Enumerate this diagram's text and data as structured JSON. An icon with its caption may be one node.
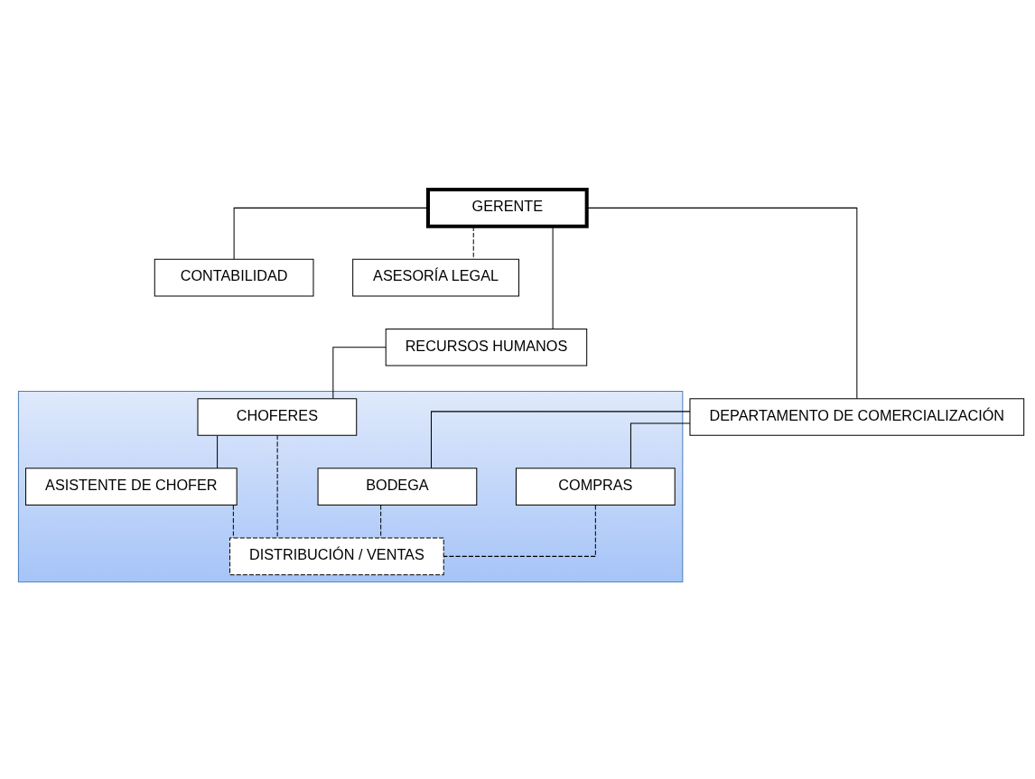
{
  "diagram": {
    "nodes": [
      {
        "text": [
          "GERENTE"
        ]
      },
      {
        "text": [
          "CONTABILIDAD"
        ]
      },
      {
        "text": [
          "ASESORÍA LEGAL"
        ]
      },
      {
        "text": [
          "RECURSOS HUMANOS"
        ]
      },
      {
        "text": [
          "DEPARTAMENTO DE COMERCIALIZACIÓN"
        ]
      },
      {
        "text": [],
        "shape": "box"
      },
      {
        "text": [
          "CHOFERES"
        ],
        "in": 5
      },
      {
        "text": [
          "ASISTENTE DE CHOFER"
        ],
        "in": 5
      },
      {
        "text": [
          "COMPRAS"
        ],
        "in": 5
      },
      {
        "text": [
          "BODEGA"
        ],
        "in": 5
      },
      {
        "text": [
          "DISTRIBUCIÓN / VENTAS"
        ],
        "in": 5
      }
    ],
    "edges": [
      {
        "from": 0,
        "to": 1,
        "arrow": "none"
      },
      {
        "from": 0,
        "to": 2,
        "arrow": "none",
        "style": "dashed"
      },
      {
        "from": 0,
        "to": 3,
        "arrow": "none"
      },
      {
        "from": 0,
        "to": 4,
        "arrow": "none"
      },
      {
        "from": 3,
        "to": 6,
        "arrow": "none"
      },
      {
        "from": 6,
        "to": 7,
        "arrow": "none"
      },
      {
        "from": 4,
        "to": 8,
        "arrow": "none"
      },
      {
        "from": 4,
        "to": 9,
        "arrow": "none"
      },
      {
        "from": 6,
        "to": 10,
        "arrow": "none",
        "style": "dashed"
      },
      {
        "from": 7,
        "to": 10,
        "arrow": "none",
        "style": "dashed"
      },
      {
        "from": 8,
        "to": 10,
        "arrow": "none",
        "style": "dashed"
      },
      {
        "from": 9,
        "to": 10,
        "arrow": "none",
        "style": "dashed"
      }
    ]
  }
}
